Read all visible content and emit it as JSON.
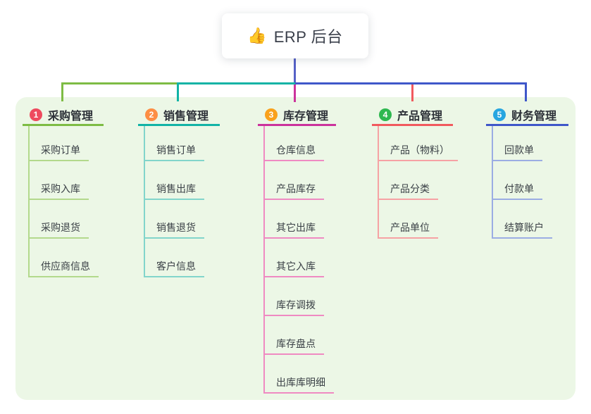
{
  "root": {
    "icon": "👍",
    "title": "ERP 后台"
  },
  "canvas": {
    "background_color": "#ffffff",
    "panel_color": "#ecf7e6",
    "stem_color": "#5661c7"
  },
  "branches": [
    {
      "badge_num": "1",
      "title": "采购管理",
      "line_color": "#7ebc44",
      "child_line_color": "#b3d98c",
      "badge_color": "#ee4a5e",
      "children": [
        "采购订单",
        "采购入库",
        "采购退货",
        "供应商信息"
      ]
    },
    {
      "badge_num": "2",
      "title": "销售管理",
      "line_color": "#12b3a6",
      "child_line_color": "#82d5cb",
      "badge_color": "#fd8e44",
      "children": [
        "销售订单",
        "销售出库",
        "销售退货",
        "客户信息"
      ]
    },
    {
      "badge_num": "3",
      "title": "库存管理",
      "line_color": "#cb339c",
      "child_line_color": "#ef8ac2",
      "badge_color": "#f9a11c",
      "children": [
        "仓库信息",
        "产品库存",
        "其它出库",
        "其它入库",
        "库存调拨",
        "库存盘点",
        "出库库明细"
      ]
    },
    {
      "badge_num": "4",
      "title": "产品管理",
      "line_color": "#f15a5e",
      "child_line_color": "#f6a2a4",
      "badge_color": "#2eb850",
      "children": [
        "产品（物料）",
        "产品分类",
        "产品单位"
      ]
    },
    {
      "badge_num": "5",
      "title": "财务管理",
      "line_color": "#3f57c9",
      "child_line_color": "#9bade3",
      "badge_color": "#27a6e0",
      "children": [
        "回款单",
        "付款单",
        "结算账户"
      ]
    }
  ]
}
